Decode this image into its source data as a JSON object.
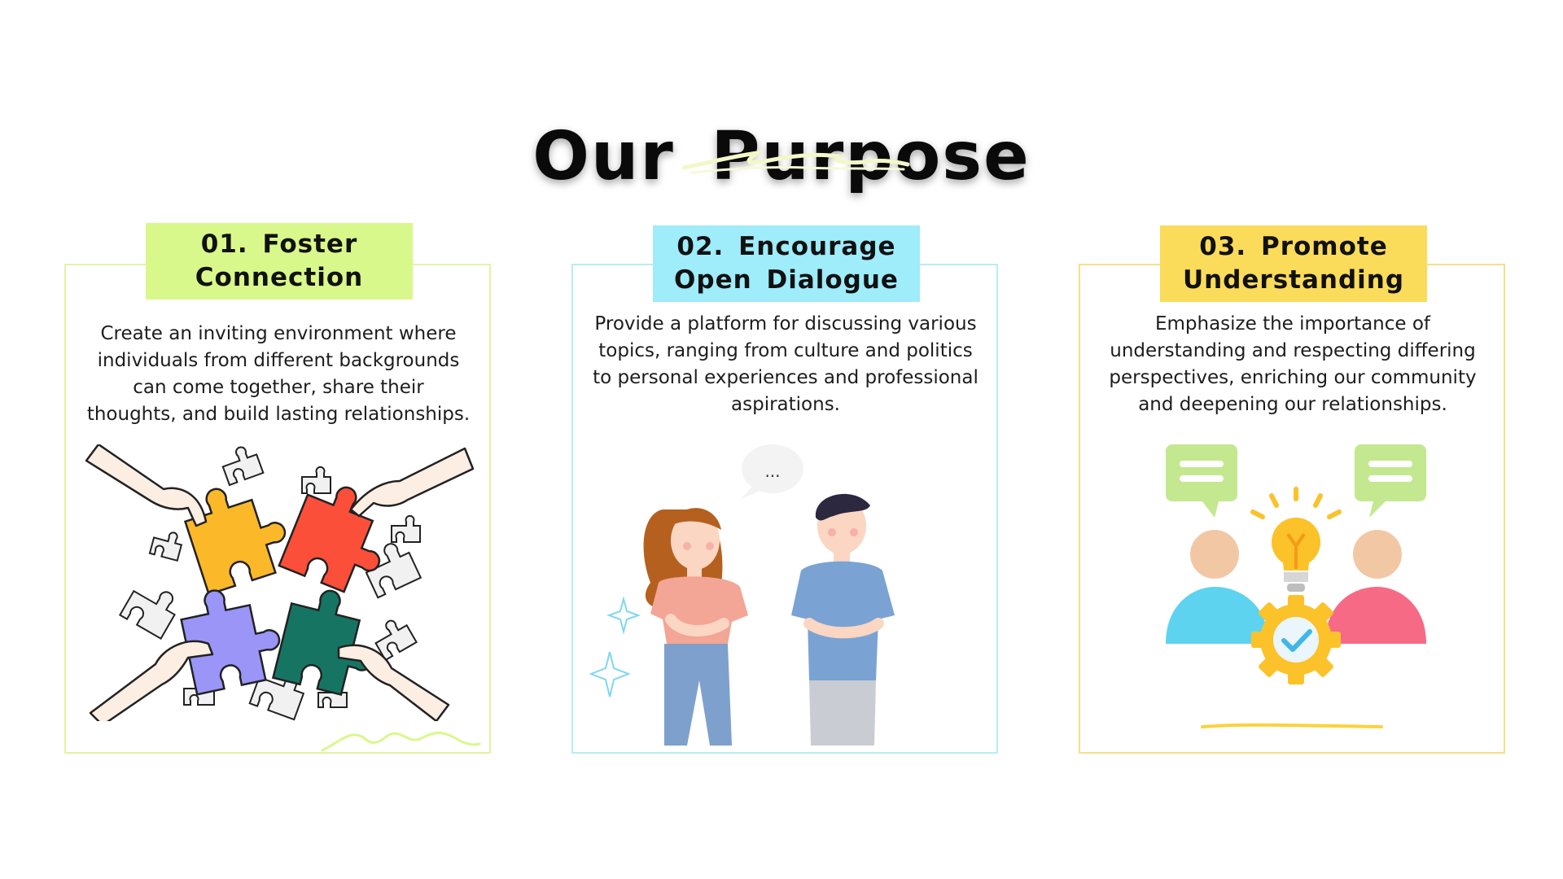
{
  "page": {
    "title": "Our Purpose"
  },
  "cards": [
    {
      "heading": "01. Foster\nConnection",
      "text": "Create an inviting environment where individuals from different backgrounds can come together, share their thoughts, and build lasting relationships.",
      "accent": "#d9f88b",
      "border": "#e2f4a4",
      "illustration": "puzzle-hands-icon"
    },
    {
      "heading": "02. Encourage\nOpen Dialogue",
      "text": "Provide a platform for discussing various topics, ranging from culture and politics to personal experiences and professional aspirations.",
      "accent": "#9fecfa",
      "border": "#b8ecf6",
      "illustration": "conversation-people-icon"
    },
    {
      "heading": "03. Promote\nUnderstanding",
      "text": "Emphasize the importance of understanding and respecting differing perspectives, enriching our community and deepening our relationships.",
      "accent": "#fbdb5a",
      "border": "#f7df89",
      "illustration": "idea-collaboration-icon"
    }
  ],
  "speech_bubble": {
    "text": "..."
  }
}
